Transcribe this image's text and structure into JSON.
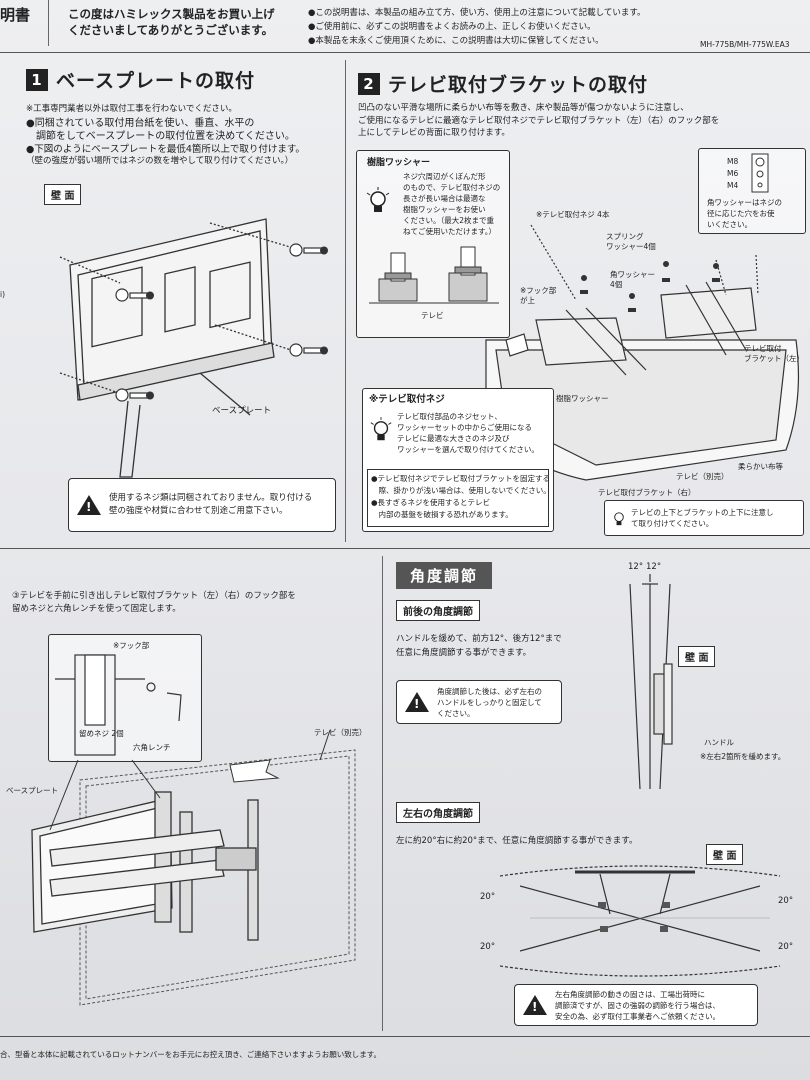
{
  "header": {
    "doc_label": "明書",
    "thanks": "この度はハミレックス製品をお買い上げ\nくださいましてありがとうございます。",
    "notes": [
      "●この説明書は、本製品の組み立て方、使い方、使用上の注意について記載しています。",
      "●ご使用前に、必ずこの説明書をよくお読みの上、正しくお使いください。",
      "●本製品を末永くご使用頂くために、この説明書は大切に保管してください。"
    ],
    "model": "MH-775B/MH-775W.EA3"
  },
  "section1": {
    "number": "1",
    "title": "ベースプレートの取付",
    "notes": [
      "※工事専門業者以外は取付工事を行わないでください。",
      "●同梱されている取付用台紙を使い、垂直、水平の",
      "　調節をしてベースプレートの取付位置を決めてください。",
      "●下図のようにベースプレートを最低4箇所以上で取り付けます。",
      "（壁の強度が弱い場所ではネジの数を増やして取り付けてください。）"
    ],
    "wall_tag": "壁 面",
    "plate_label": "ベースプレート",
    "warning": "使用するネジ類は同梱されておりません。取り付ける\n壁の強度や材質に合わせて別途ご用意下さい。"
  },
  "section2": {
    "number": "2",
    "title": "テレビ取付ブラケットの取付",
    "intro": "凹凸のない平滑な場所に柔らかい布等を敷き、床や製品等が傷つかないように注意し、\nご使用になるテレビに最適なテレビ取付ネジでテレビ取付ブラケット（左）（右）のフック部を\n上にしてテレビの背面に取り付けます。",
    "washer_box_title": "樹脂ワッシャー",
    "washer_box_text": "ネジ穴周辺がくぼんだ形\nのもので、テレビ取付ネジの\n長さが長い場合は最適な\n樹脂ワッシャーをお使い\nください。（最大2枚まで重\nねてご使用いただけます。）",
    "tv_small_label": "テレビ",
    "screw_sizes": [
      "M8",
      "M6",
      "M4"
    ],
    "square_washer_note": "角ワッシャーはネジの\n径に応じた穴をお使\nいください。",
    "label_screws": "※テレビ取付ネジ 4本",
    "label_spring": "スプリング\nワッシャー4個",
    "label_square": "角ワッシャー\n4個",
    "label_hook": "※フック部\nが上",
    "label_resin": "樹脂ワッシャー",
    "label_bracket_left": "テレビ取付\nブラケット（左）",
    "label_tv": "テレビ（別売）",
    "label_cloth": "柔らかい布等",
    "label_bracket_right": "テレビ取付ブラケット（右）",
    "screw_box_title": "※テレビ取付ネジ",
    "screw_box_text": "テレビ取付部品のネジセット、\nワッシャーセットの中からご使用になる\nテレビに最適な大きさのネジ及び\nワッシャーを選んで取り付けてください。",
    "screw_box_notes": "●テレビ取付ネジでテレビ取付ブラケットを固定する\n　際、掛かりが浅い場合は、使用しないでください。\n●長すぎるネジを使用するとテレビ\n　内部の基盤を破損する恐れがあります。",
    "top_note": "テレビの上下とブラケットの上下に注意し\nて取り付けてください。"
  },
  "section3": {
    "step": "③テレビを手前に引き出しテレビ取付ブラケット（左）（右）のフック部を\n留めネジと六角レンチを使って固定します。",
    "hook_label": "※フック部",
    "screw_label": "留めネジ 2個",
    "wrench_label": "六角レンチ",
    "tv_label": "テレビ（別売）",
    "plate_label": "ベースプレート",
    "page_edge_marks": [
      "i)"
    ]
  },
  "angle": {
    "header": "角度調節",
    "front_back_title": "前後の角度調節",
    "front_back_text": "ハンドルを緩めて、前方12°、後方12°まで\n任意に角度調節する事ができます。",
    "front_back_warning": "角度調節した後は、必ず左右の\nハンドルをしっかりと固定して\nください。",
    "angle_top_left": "12°",
    "angle_top_right": "12°",
    "wall_tag": "壁 面",
    "handle_label": "ハンドル",
    "handle_note": "※左右2箇所を緩めます。",
    "lr_title": "左右の角度調節",
    "lr_text": "左に約20°右に約20°まで、任意に角度調節する事ができます。",
    "lr_wall_tag": "壁 面",
    "angles_lr": [
      "20°",
      "20°",
      "20°",
      "20°"
    ],
    "lr_warning": "左右角度調節の動きの固さは、工場出荷時に\n調節済ですが、固さの強弱の調節を行う場合は、\n安全の為、必ず取付工事業者へご依頼ください。"
  },
  "footer": {
    "text": "合、型番と本体に記載されているロットナンバーをお手元にお控え頂き、ご連絡下さいますようお願い致します。"
  }
}
